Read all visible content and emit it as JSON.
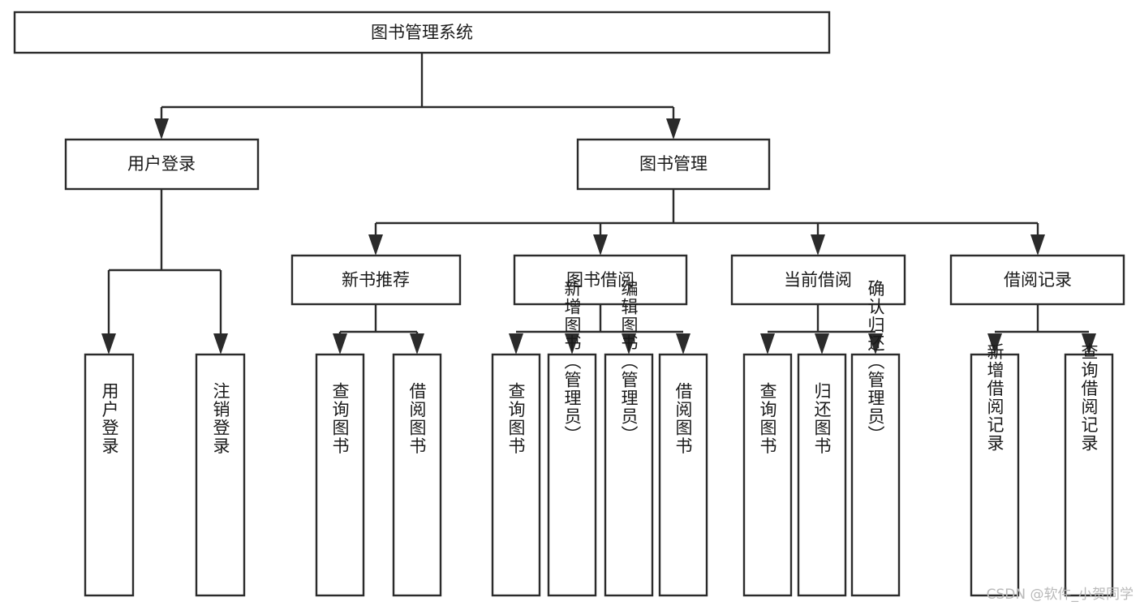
{
  "diagram": {
    "title": "图书管理系统",
    "type": "tree-hierarchy",
    "watermark": "CSDN @软件_小贺同学",
    "colors": {
      "background": "#ffffff",
      "box_fill": "#ffffff",
      "stroke": "#2b2b2b",
      "text": "#1a1a1a",
      "watermark": "#b9b9b9"
    },
    "nodes": {
      "root": {
        "label": "图书管理系统",
        "orientation": "horizontal"
      },
      "l1": [
        {
          "label": "用户登录",
          "orientation": "horizontal"
        },
        {
          "label": "图书管理",
          "orientation": "horizontal"
        }
      ],
      "l2": [
        {
          "label": "新书推荐",
          "orientation": "horizontal"
        },
        {
          "label": "图书借阅",
          "orientation": "horizontal"
        },
        {
          "label": "当前借阅",
          "orientation": "horizontal"
        },
        {
          "label": "借阅记录",
          "orientation": "horizontal"
        }
      ],
      "leaves": {
        "user_login": [
          {
            "label": "用户登录",
            "orientation": "vertical"
          },
          {
            "label": "注销登录",
            "orientation": "vertical"
          }
        ],
        "new_book": [
          {
            "label": "查询图书",
            "orientation": "vertical"
          },
          {
            "label": "借阅图书",
            "orientation": "vertical"
          }
        ],
        "borrow_book": [
          {
            "label": "查询图书",
            "orientation": "vertical"
          },
          {
            "label": "新增图书（管理员）",
            "orientation": "vertical"
          },
          {
            "label": "编辑图书（管理员）",
            "orientation": "vertical"
          },
          {
            "label": "借阅图书",
            "orientation": "vertical"
          }
        ],
        "current_borrow": [
          {
            "label": "查询图书",
            "orientation": "vertical"
          },
          {
            "label": "归还图书",
            "orientation": "vertical"
          },
          {
            "label": "确认归还（管理员）",
            "orientation": "vertical"
          }
        ],
        "borrow_record": [
          {
            "label": "新增借阅记录",
            "orientation": "vertical"
          },
          {
            "label": "查询借阅记录",
            "orientation": "vertical"
          }
        ]
      }
    }
  }
}
